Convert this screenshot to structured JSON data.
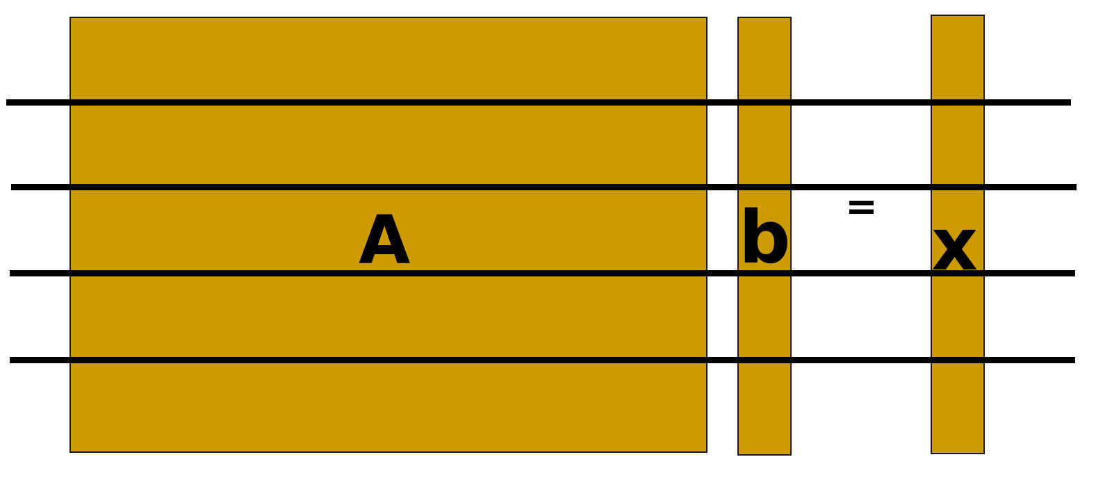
{
  "diagram": {
    "colors": {
      "block_fill": "#cc9b00",
      "line": "#000000",
      "background": "#ffffff"
    },
    "labels": {
      "matrix": "A",
      "vector_b": "b",
      "equals": "=",
      "vector_x": "x"
    }
  }
}
